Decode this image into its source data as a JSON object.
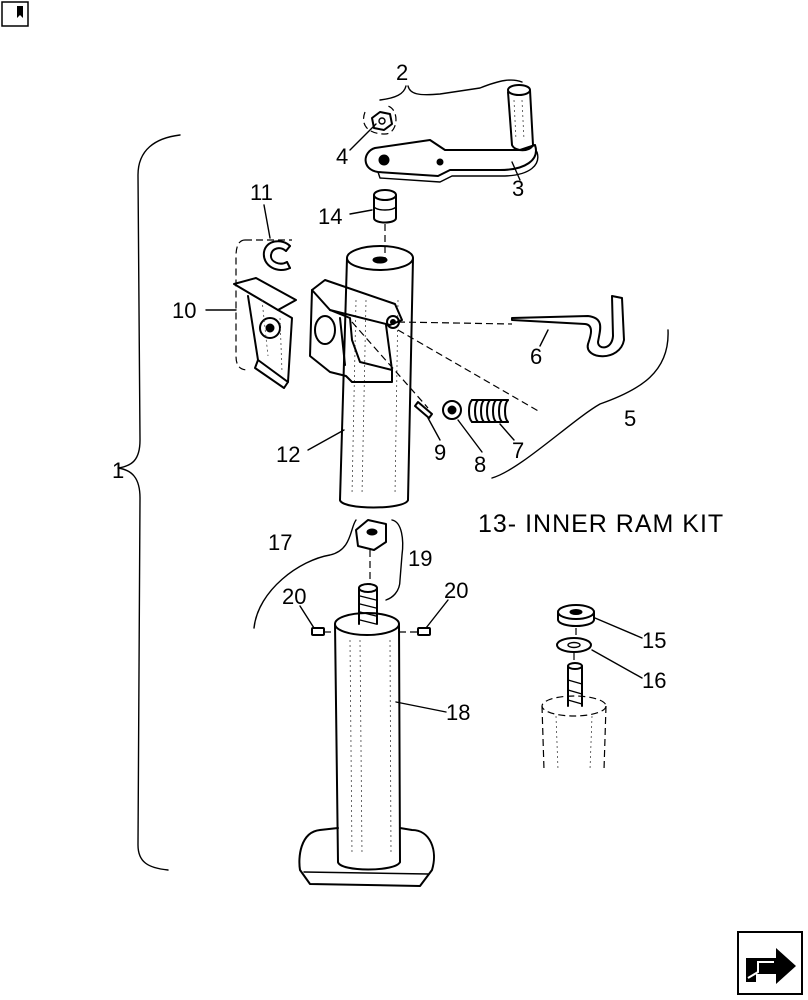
{
  "diagram": {
    "kit_label": "13- INNER RAM KIT",
    "callouts": [
      {
        "id": "c1",
        "text": "1"
      },
      {
        "id": "c2",
        "text": "2"
      },
      {
        "id": "c3",
        "text": "3"
      },
      {
        "id": "c4",
        "text": "4"
      },
      {
        "id": "c5",
        "text": "5"
      },
      {
        "id": "c6",
        "text": "6"
      },
      {
        "id": "c7",
        "text": "7"
      },
      {
        "id": "c8",
        "text": "8"
      },
      {
        "id": "c9",
        "text": "9"
      },
      {
        "id": "c10",
        "text": "10"
      },
      {
        "id": "c11",
        "text": "11"
      },
      {
        "id": "c12",
        "text": "12"
      },
      {
        "id": "c14",
        "text": "14"
      },
      {
        "id": "c15",
        "text": "15"
      },
      {
        "id": "c16",
        "text": "16"
      },
      {
        "id": "c17",
        "text": "17"
      },
      {
        "id": "c18",
        "text": "18"
      },
      {
        "id": "c19",
        "text": "19"
      },
      {
        "id": "c20a",
        "text": "20"
      },
      {
        "id": "c20b",
        "text": "20"
      }
    ]
  },
  "icons": {
    "corner": "bookmark-icon",
    "navigation": "next-page-arrow-icon"
  }
}
